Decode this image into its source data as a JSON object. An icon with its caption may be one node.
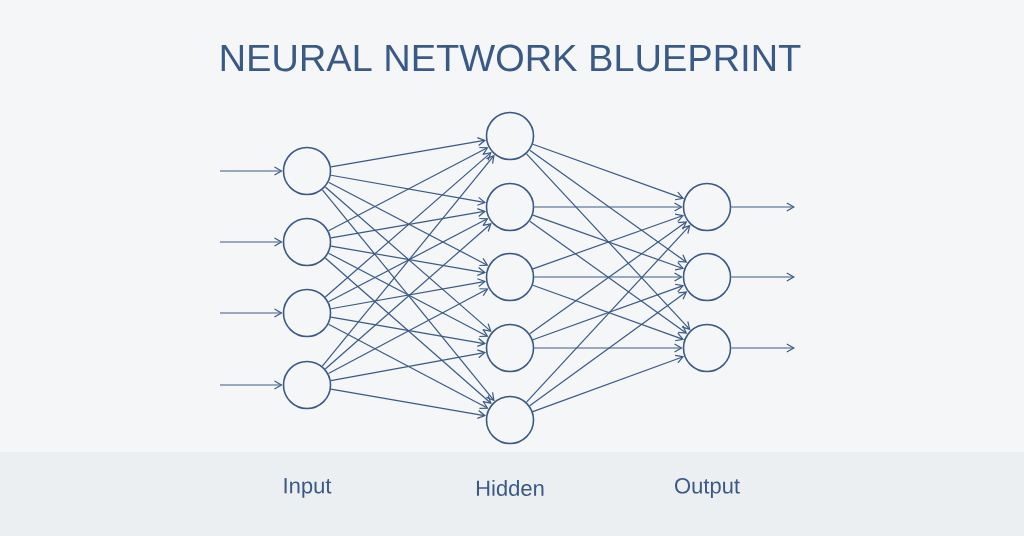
{
  "diagram": {
    "title": "NEURAL NETWORK BLUEPRINT",
    "nodes": [
      {
        "text": [],
        "shape": "circle"
      },
      {
        "text": [],
        "shape": "circle"
      },
      {
        "text": [],
        "shape": "circle"
      },
      {
        "text": [],
        "shape": "circle"
      },
      {
        "text": [],
        "shape": "circle"
      },
      {
        "text": [],
        "shape": "circle"
      },
      {
        "text": [],
        "shape": "circle"
      },
      {
        "text": [],
        "shape": "circle"
      },
      {
        "text": [],
        "shape": "circle"
      },
      {
        "text": [],
        "shape": "circle"
      },
      {
        "text": [],
        "shape": "circle"
      },
      {
        "text": [],
        "shape": "circle"
      }
    ],
    "edges": [
      {
        "from": null,
        "to": 0,
        "arrow": "to"
      },
      {
        "from": null,
        "to": 1,
        "arrow": "to"
      },
      {
        "from": null,
        "to": 2,
        "arrow": "to"
      },
      {
        "from": null,
        "to": 3,
        "arrow": "to"
      },
      {
        "from": 0,
        "to": 4,
        "arrow": "to"
      },
      {
        "from": 0,
        "to": 5,
        "arrow": "to"
      },
      {
        "from": 0,
        "to": 6,
        "arrow": "to"
      },
      {
        "from": 0,
        "to": 7,
        "arrow": "to"
      },
      {
        "from": 0,
        "to": 8,
        "arrow": "to"
      },
      {
        "from": 1,
        "to": 4,
        "arrow": "to"
      },
      {
        "from": 1,
        "to": 5,
        "arrow": "to"
      },
      {
        "from": 1,
        "to": 6,
        "arrow": "to"
      },
      {
        "from": 1,
        "to": 7,
        "arrow": "to"
      },
      {
        "from": 1,
        "to": 8,
        "arrow": "to"
      },
      {
        "from": 2,
        "to": 4,
        "arrow": "to"
      },
      {
        "from": 2,
        "to": 5,
        "arrow": "to"
      },
      {
        "from": 2,
        "to": 6,
        "arrow": "to"
      },
      {
        "from": 2,
        "to": 7,
        "arrow": "to"
      },
      {
        "from": 2,
        "to": 8,
        "arrow": "to"
      },
      {
        "from": 3,
        "to": 4,
        "arrow": "to"
      },
      {
        "from": 3,
        "to": 5,
        "arrow": "to"
      },
      {
        "from": 3,
        "to": 6,
        "arrow": "to"
      },
      {
        "from": 3,
        "to": 7,
        "arrow": "to"
      },
      {
        "from": 3,
        "to": 8,
        "arrow": "to"
      },
      {
        "from": 4,
        "to": 9,
        "arrow": "to"
      },
      {
        "from": 4,
        "to": 10,
        "arrow": "to"
      },
      {
        "from": 4,
        "to": 11,
        "arrow": "to"
      },
      {
        "from": 5,
        "to": 9,
        "arrow": "to"
      },
      {
        "from": 5,
        "to": 10,
        "arrow": "to"
      },
      {
        "from": 5,
        "to": 11,
        "arrow": "to"
      },
      {
        "from": 6,
        "to": 9,
        "arrow": "to"
      },
      {
        "from": 6,
        "to": 10,
        "arrow": "to"
      },
      {
        "from": 6,
        "to": 11,
        "arrow": "to"
      },
      {
        "from": 7,
        "to": 9,
        "arrow": "to"
      },
      {
        "from": 7,
        "to": 10,
        "arrow": "to"
      },
      {
        "from": 7,
        "to": 11,
        "arrow": "to"
      },
      {
        "from": 8,
        "to": 9,
        "arrow": "to"
      },
      {
        "from": 8,
        "to": 10,
        "arrow": "to"
      },
      {
        "from": 8,
        "to": 11,
        "arrow": "to"
      },
      {
        "from": 9,
        "to": null,
        "arrow": "to"
      },
      {
        "from": 10,
        "to": null,
        "arrow": "to"
      },
      {
        "from": 11,
        "to": null,
        "arrow": "to"
      }
    ],
    "labels": [
      "Input",
      "Hidden",
      "Output"
    ]
  }
}
